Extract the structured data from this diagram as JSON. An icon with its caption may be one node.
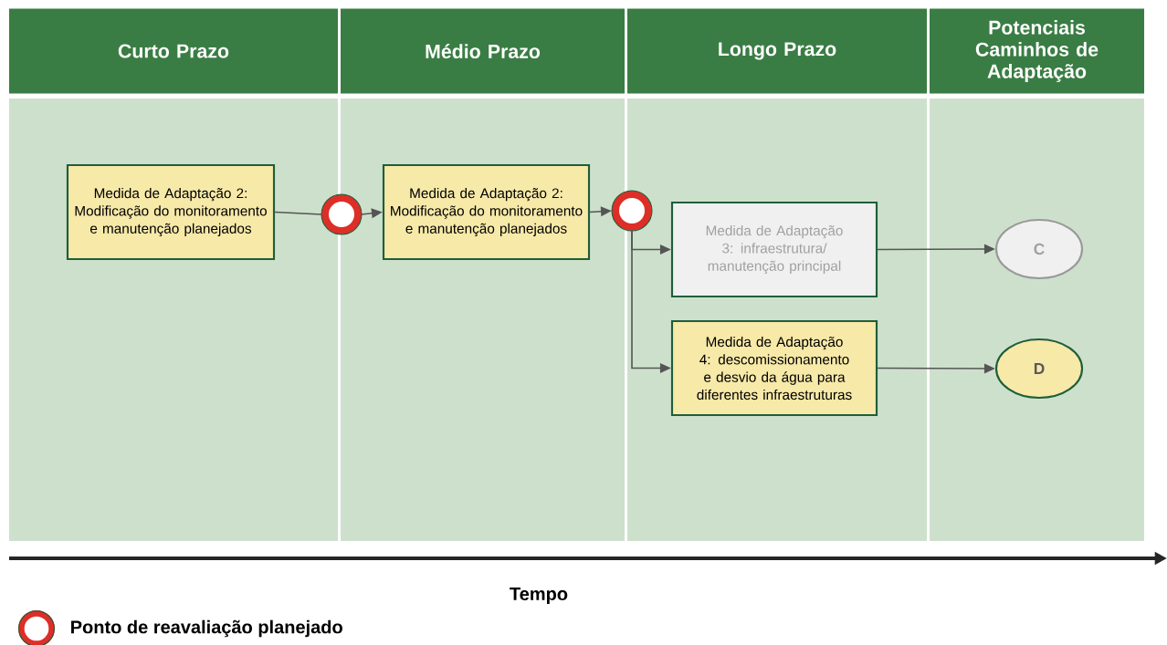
{
  "diagram": {
    "nodes": [
      {
        "text": [
          "Curto Prazo"
        ]
      },
      {
        "text": [
          "Médio Prazo"
        ]
      },
      {
        "text": [
          "Longo Prazo"
        ]
      },
      {
        "text": [
          "Potenciais Caminhos de Adaptação"
        ]
      },
      {
        "text": [
          "Medida de Adaptação 2: Modificação do monitoramento e manutenção planejados"
        ]
      },
      {
        "text": [],
        "shape": "circle"
      },
      {
        "text": [
          "Medida de Adaptação 2: Modificação do monitoramento e manutenção planejados"
        ]
      },
      {
        "text": [],
        "shape": "circle"
      },
      {
        "text": [
          "Medida de Adaptação 3: infraestrutura/ manutenção principal"
        ]
      },
      {
        "text": [
          "Medida de Adaptação 4: descomissionamento e desvio da água para diferentes infraestruturas"
        ]
      },
      {
        "text": [
          "C"
        ]
      },
      {
        "text": [
          "D"
        ]
      }
    ],
    "edges": [
      {
        "from": 4,
        "to": 5,
        "arrow": "none"
      },
      {
        "from": 5,
        "to": 6,
        "arrow": "to"
      },
      {
        "from": 6,
        "to": 7,
        "arrow": "to"
      },
      {
        "from": 7,
        "to": 8,
        "arrow": "to"
      },
      {
        "from": 7,
        "to": 9,
        "arrow": "to"
      },
      {
        "from": 8,
        "to": 10,
        "arrow": "to"
      },
      {
        "from": 9,
        "to": 11,
        "arrow": "to"
      }
    ],
    "labels": [
      "Tempo"
    ],
    "legend": [
      {
        "text": "Ponto de reavaliação planejado"
      }
    ]
  }
}
